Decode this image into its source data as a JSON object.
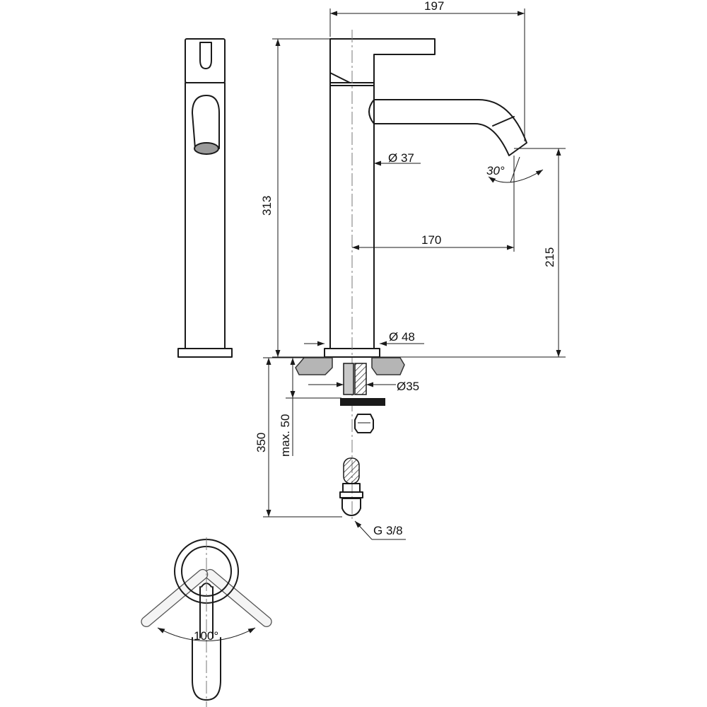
{
  "dimensions": {
    "spout_reach_total": "197",
    "total_height": "313",
    "spout_body_diameter": "Ø 37",
    "spout_reach": "170",
    "outlet_height": "215",
    "base_diameter": "Ø 48",
    "hole_diameter": "Ø35",
    "max_deck_thickness": "max. 50",
    "hose_length": "350",
    "thread_size": "G 3/8",
    "outlet_angle": "30°",
    "lever_rotation": "100°"
  }
}
